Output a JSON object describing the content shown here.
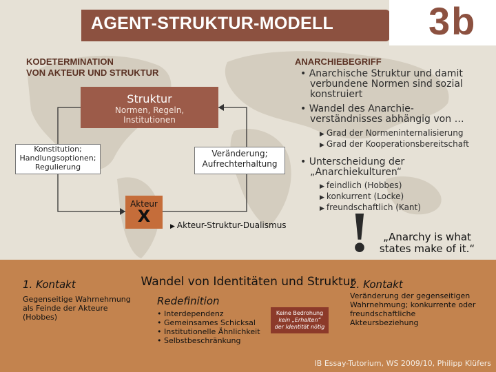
{
  "header": {
    "title": "AGENT-STRUKTUR-MODELL",
    "badge": "3b"
  },
  "left": {
    "heading_line1": "KODETERMINATION",
    "heading_line2": "VON AKTEUR UND STRUKTUR",
    "structure_title": "Struktur",
    "structure_sub_line1": "Normen, Regeln,",
    "structure_sub_line2": "Institutionen",
    "constitution_line1": "Konstitution;",
    "constitution_line2": "Handlungsoptionen;",
    "constitution_line3": "Regulierung",
    "change_line1": "Veränderung;",
    "change_line2": "Aufrechterhaltung",
    "actor_label": "Akteur",
    "actor_symbol": "X",
    "dualism": "Akteur-Struktur-Dualismus"
  },
  "right": {
    "heading": "ANARCHIEBEGRIFF",
    "b1_line1": "• Anarchische Struktur und damit",
    "b1_line2": "verbundene Normen sind sozial",
    "b1_line3": "konstruiert",
    "b2_line1": "• Wandel des Anarchie-",
    "b2_line2": "verständnisses abhängig von …",
    "s1": "Grad der Normeninternalisierung",
    "s2": "Grad der Kooperationsbereitschaft",
    "b3_line1": "• Unterscheidung der",
    "b3_line2": "„Anarchiekulturen“",
    "s3": "feindlich (Hobbes)",
    "s4": "konkurrent (Locke)",
    "s5": "freundschaftlich (Kant)",
    "exclamation": "!",
    "quote_line1": "„Anarchy is what",
    "quote_line2": "states make of it.“"
  },
  "bottom": {
    "title": "Wandel von Identitäten und Struktur",
    "col1_head": "1. Kontakt",
    "col1_line1": "Gegenseitige Wahrnehmung",
    "col1_line2": "als Feinde der Akteure",
    "col1_line3": "(Hobbes)",
    "col2_head": "Redefinition",
    "col2_items": [
      "• Interdependenz",
      "• Gemeinsames Schicksal",
      "• Institutionelle Ähnlichkeit",
      "• Selbstbeschränkung"
    ],
    "threat_line1": "Keine Bedrohung",
    "threat_line2": "kein „Erhalten“",
    "threat_line3": "der Identität nötig",
    "col3_head": "2. Kontakt",
    "col3_line1": "Veränderung der gegenseitigen",
    "col3_line2": "Wahrnehmung; konkurrente oder",
    "col3_line3": "freundschaftliche",
    "col3_line4": "Akteursbeziehung",
    "credit": "IB Essay-Tutorium, WS 2009/10, Philipp Klüfers"
  },
  "colors": {
    "accent": "#8c5140",
    "band": "#c3834e",
    "structure": "#9c5b49",
    "actor": "#c56d3a"
  }
}
